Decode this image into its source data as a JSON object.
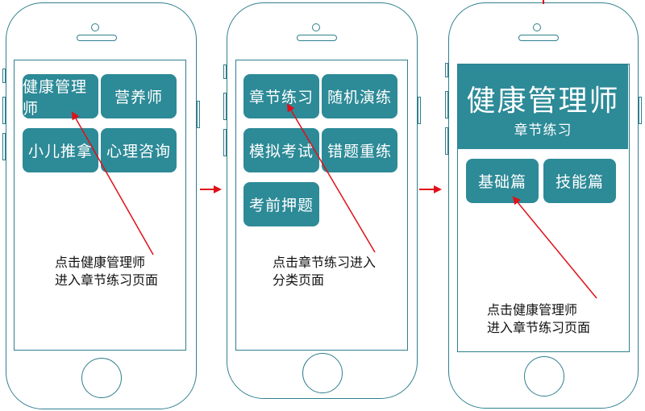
{
  "screens": [
    {
      "tiles": [
        "健康管理师",
        "营养师",
        "小儿推拿",
        "心理咨询"
      ],
      "note_lines": [
        "点击健康管理师",
        "进入章节练习页面"
      ]
    },
    {
      "tiles": [
        "章节练习",
        "随机演练",
        "模拟考试",
        "错题重练",
        "考前押题"
      ],
      "note_lines": [
        "点击章节练习进入",
        "分类页面"
      ]
    },
    {
      "banner_title": "健康管理师",
      "banner_subtitle": "章节练习",
      "tiles": [
        "基础篇",
        "技能篇"
      ],
      "note_lines": [
        "点击健康管理师",
        "进入章节练习页面"
      ]
    }
  ],
  "colors": {
    "phone_outline": "#2f7f8e",
    "tile_fill": "#2d8a97",
    "arrow": "#e0101a"
  }
}
